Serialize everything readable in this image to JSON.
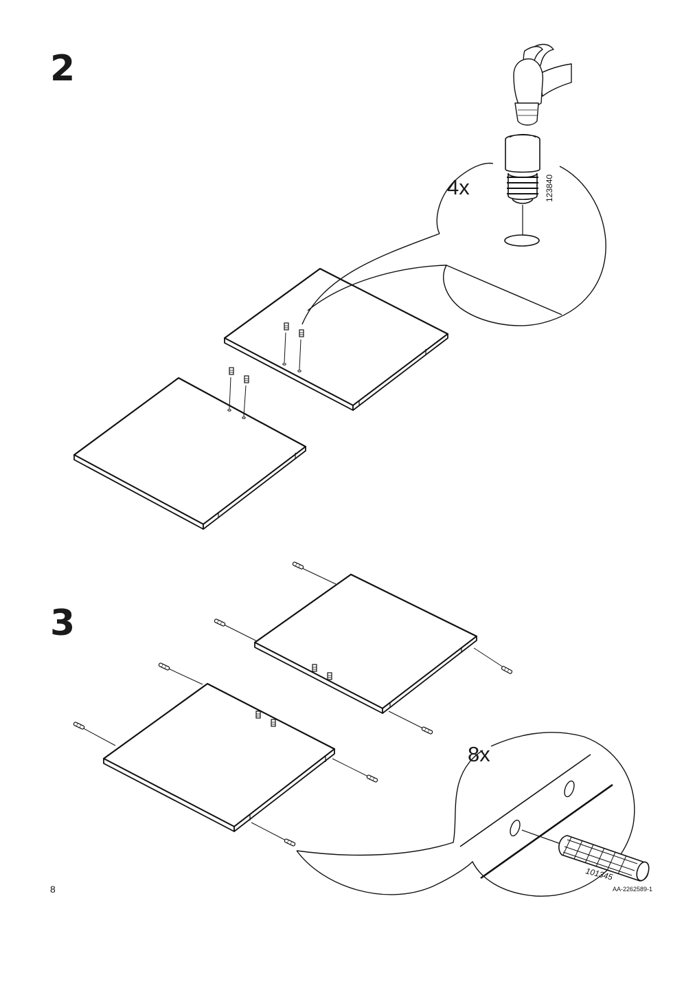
{
  "steps": [
    {
      "number": "2",
      "quantity": "4x",
      "part_number": "123840"
    },
    {
      "number": "3",
      "quantity": "8x",
      "part_number": "101345"
    }
  ],
  "footer": {
    "page_number": "8",
    "document_code": "AA-2262589-1"
  },
  "icons": {
    "hammer": "hammer-icon",
    "cam_screw": "cam-lock-screw-icon",
    "dowel": "wooden-dowel-icon",
    "panel": "shelf-panel-icon"
  }
}
